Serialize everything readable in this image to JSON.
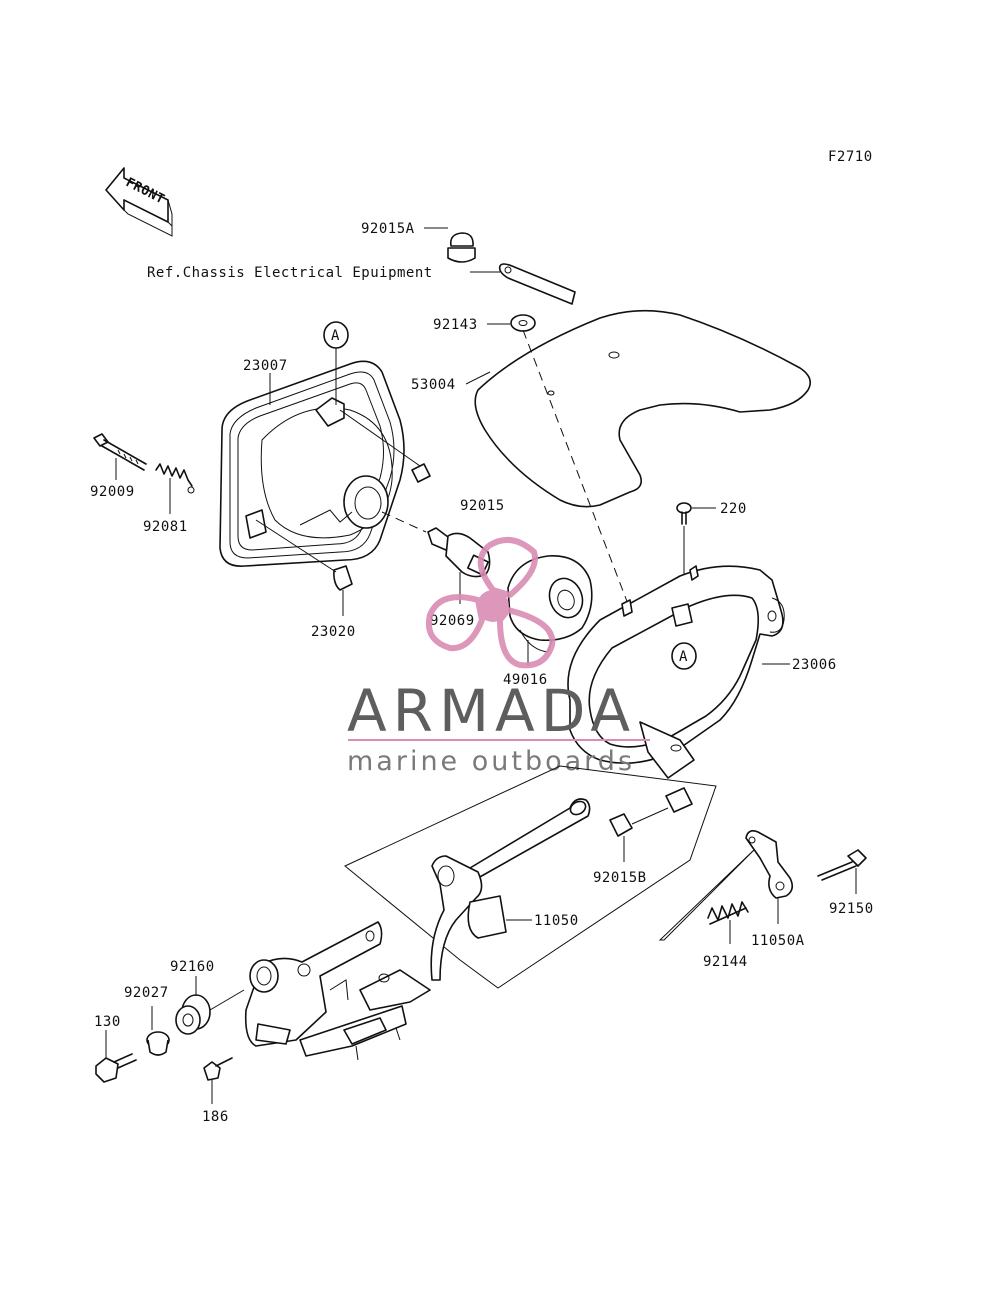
{
  "diagram": {
    "figure_code": "F2710",
    "front_label": "FRONT",
    "reference_note": "Ref.Chassis Electrical Epuipment",
    "callout_marker": "A",
    "parts": [
      {
        "id": "92015A"
      },
      {
        "id": "92143"
      },
      {
        "id": "53004"
      },
      {
        "id": "23007"
      },
      {
        "id": "92009"
      },
      {
        "id": "92081"
      },
      {
        "id": "92015"
      },
      {
        "id": "23020"
      },
      {
        "id": "92069"
      },
      {
        "id": "49016"
      },
      {
        "id": "220"
      },
      {
        "id": "23006"
      },
      {
        "id": "92015B"
      },
      {
        "id": "11050"
      },
      {
        "id": "11050A"
      },
      {
        "id": "92150"
      },
      {
        "id": "92144"
      },
      {
        "id": "92160"
      },
      {
        "id": "92027"
      },
      {
        "id": "130"
      },
      {
        "id": "186"
      }
    ]
  },
  "watermark": {
    "brand": "ARMADA",
    "tagline": "marine outboards",
    "accent_color": "#d98cb4",
    "text_color": "#5e5e5e"
  }
}
